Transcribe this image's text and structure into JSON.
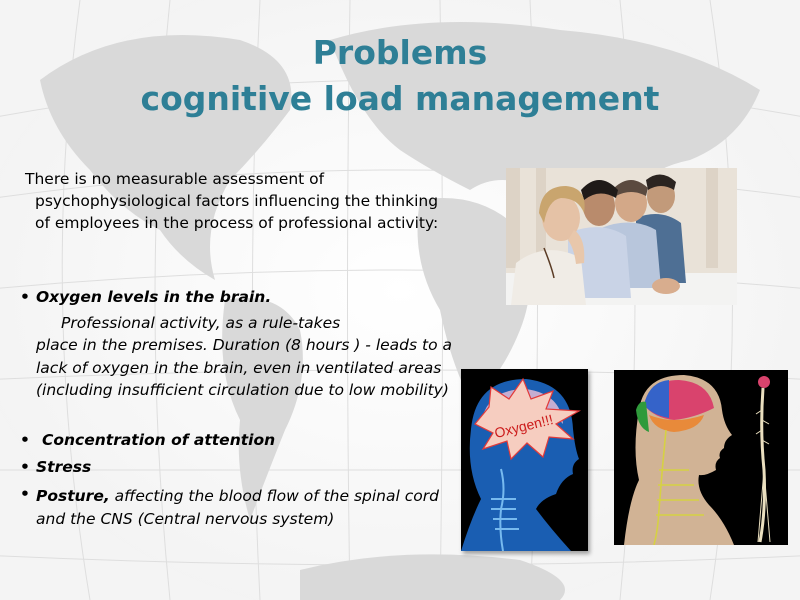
{
  "slide": {
    "title": {
      "line1": "Problems",
      "line2": "cognitive load management"
    },
    "intro": {
      "line1": "There is no measurable assessment of",
      "rest": "psychophysiological factors influencing the thinking of employees in the process of professional activity:"
    },
    "bullets": [
      {
        "label": "Oxygen levels in the brain.",
        "detail_first": "Professional activity, as a rule-takes",
        "detail_rest": "place in the premises. Duration (8 hours ) - leads to a lack of oxygen in the brain, even in ventilated areas (including insufficient circulation due to low mobility)"
      },
      {
        "label": "Concentration of attention"
      },
      {
        "label": "Stress"
      },
      {
        "label": "Posture,",
        "detail": " affecting the blood flow of the spinal cord and the CNS (Central nervous system)"
      }
    ],
    "bullet_glyph": "•",
    "images": {
      "meeting_photo": "Bored woman resting head on hand in a meeting with three men",
      "oxygen_illustration": {
        "caption": "Oxygen!!!"
      },
      "cns_illustration": "Human head with colored brain and spinal cord / nervous system"
    },
    "colors": {
      "title": "#2e7f96",
      "text": "#000000",
      "background": "#f4f4f4"
    }
  }
}
